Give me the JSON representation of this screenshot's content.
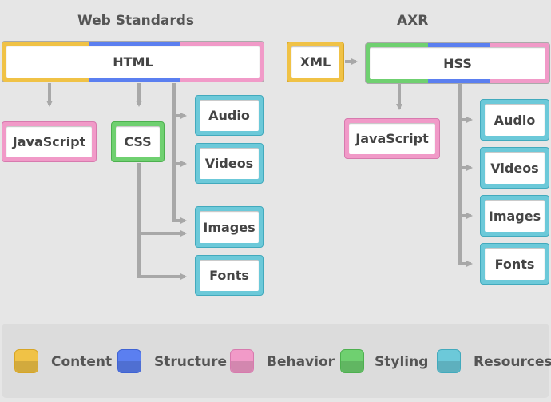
{
  "titles": {
    "left": "Web Standards",
    "right": "AXR"
  },
  "left": {
    "html": "HTML",
    "javascript": "JavaScript",
    "css": "CSS",
    "audio": "Audio",
    "videos": "Videos",
    "images": "Images",
    "fonts": "Fonts"
  },
  "right": {
    "xml": "XML",
    "hss": "HSS",
    "javascript": "JavaScript",
    "audio": "Audio",
    "videos": "Videos",
    "images": "Images",
    "fonts": "Fonts"
  },
  "legend": [
    {
      "label": "Content",
      "color": "#f0c246"
    },
    {
      "label": "Structure",
      "color": "#5b7ff0"
    },
    {
      "label": "Behavior",
      "color": "#f19ac8"
    },
    {
      "label": "Styling",
      "color": "#6fd070"
    },
    {
      "label": "Resources",
      "color": "#6cc9d9"
    }
  ],
  "colors": {
    "content": "#f0c246",
    "structure": "#5b7ff0",
    "behavior": "#f19ac8",
    "styling": "#6fd070",
    "resources": "#6cc9d9",
    "connector": "#a8a8a8"
  }
}
